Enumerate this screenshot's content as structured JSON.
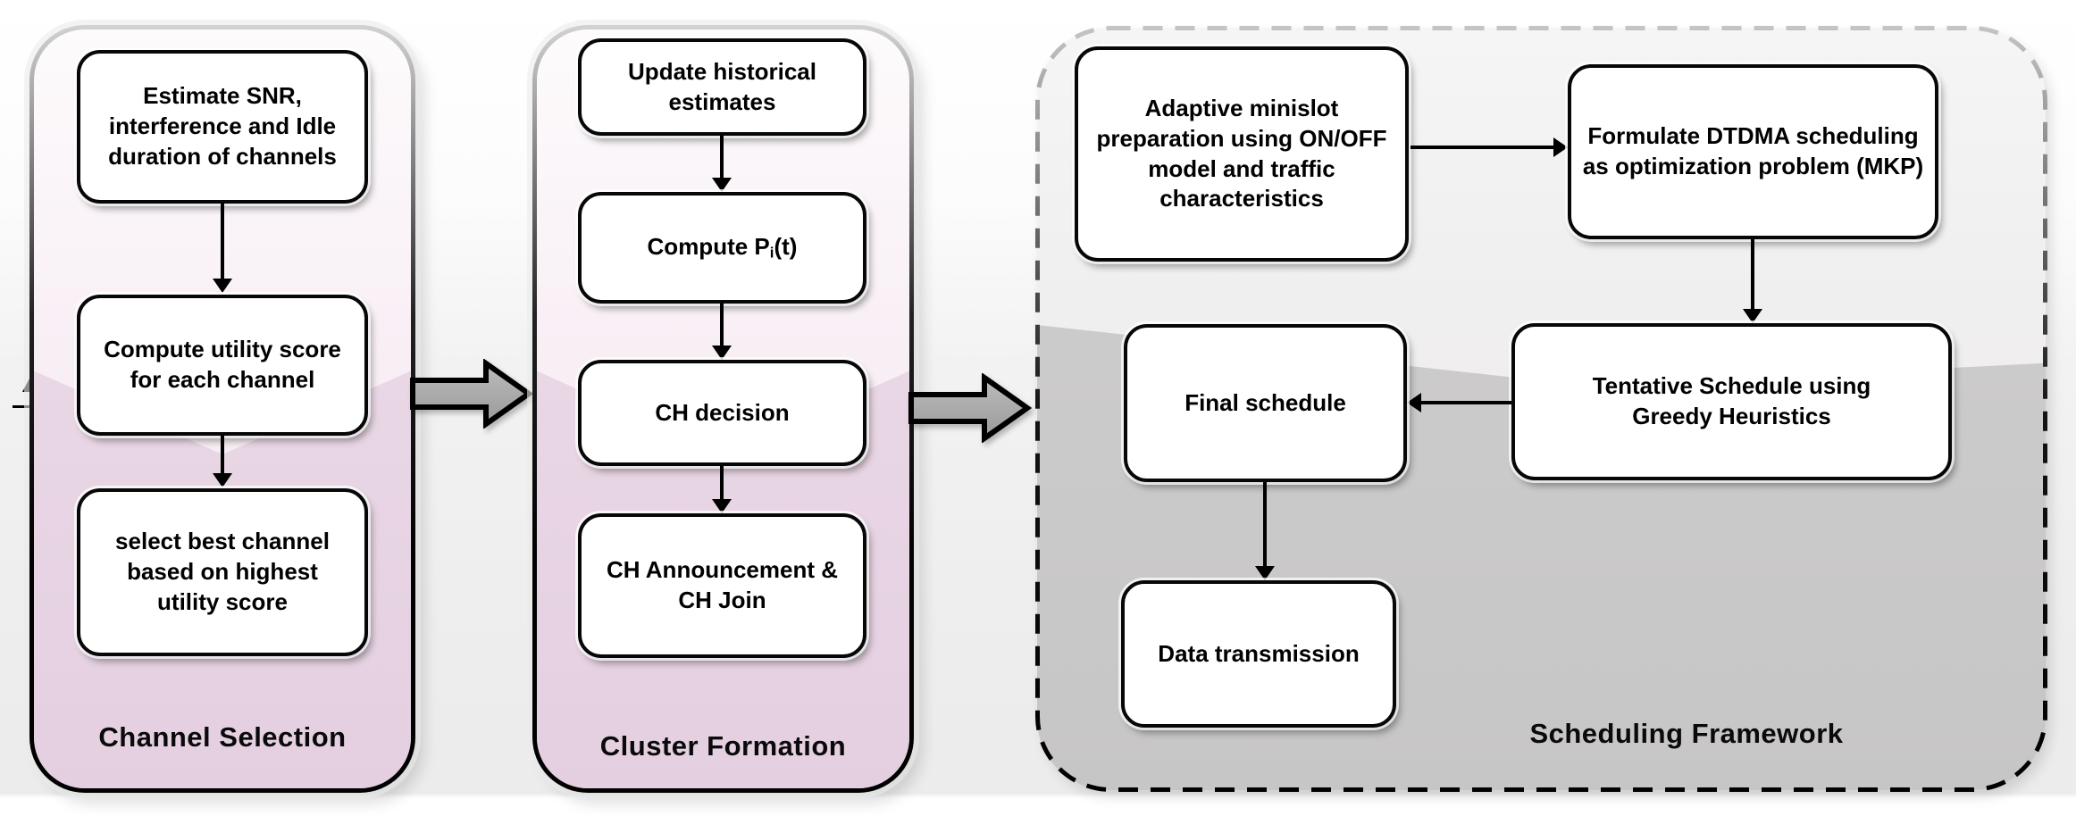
{
  "figure": {
    "type": "flowchart",
    "panels_count": 3
  },
  "panels": {
    "channel_selection": {
      "title": "Channel Selection",
      "boxes": [
        {
          "label": "Estimate SNR, interference and Idle duration of channels"
        },
        {
          "label": "Compute utility score for each channel"
        },
        {
          "label": "select best channel based on highest utility score"
        }
      ]
    },
    "cluster_formation": {
      "title": "Cluster Formation",
      "boxes": [
        {
          "label": "Update historical estimates"
        },
        {
          "label_pre": "Compute P",
          "label_sub": "i",
          "label_post": "(t)"
        },
        {
          "label": "CH decision"
        },
        {
          "label": "CH Announcement & CH Join"
        }
      ]
    },
    "scheduling_framework": {
      "title": "Scheduling Framework",
      "boxes": [
        {
          "label": "Adaptive minislot preparation using ON/OFF model and traffic characteristics"
        },
        {
          "label": "Formulate DTDMA scheduling as optimization problem (MKP)"
        },
        {
          "label": "Tentative Schedule using Greedy Heuristics"
        },
        {
          "label": "Final schedule"
        },
        {
          "label": "Data transmission"
        }
      ]
    }
  },
  "icons": {
    "block_arrow_1": "thick-right-block-arrow",
    "block_arrow_2": "thick-right-block-arrow",
    "flow_arrows": "thin-black-arrow",
    "partial_left_arrow": "up-arrow-fragment"
  },
  "colors": {
    "pink_panel_top": "#fbf6f9",
    "pink_panel_bottom": "#e4cfe0",
    "gray_panel_top": "#f2f1f1",
    "gray_panel_bottom": "#c8c7c7",
    "node_fill": "#ffffff",
    "outline": "#000000",
    "block_arrow_fill": "#a9a9a9"
  }
}
